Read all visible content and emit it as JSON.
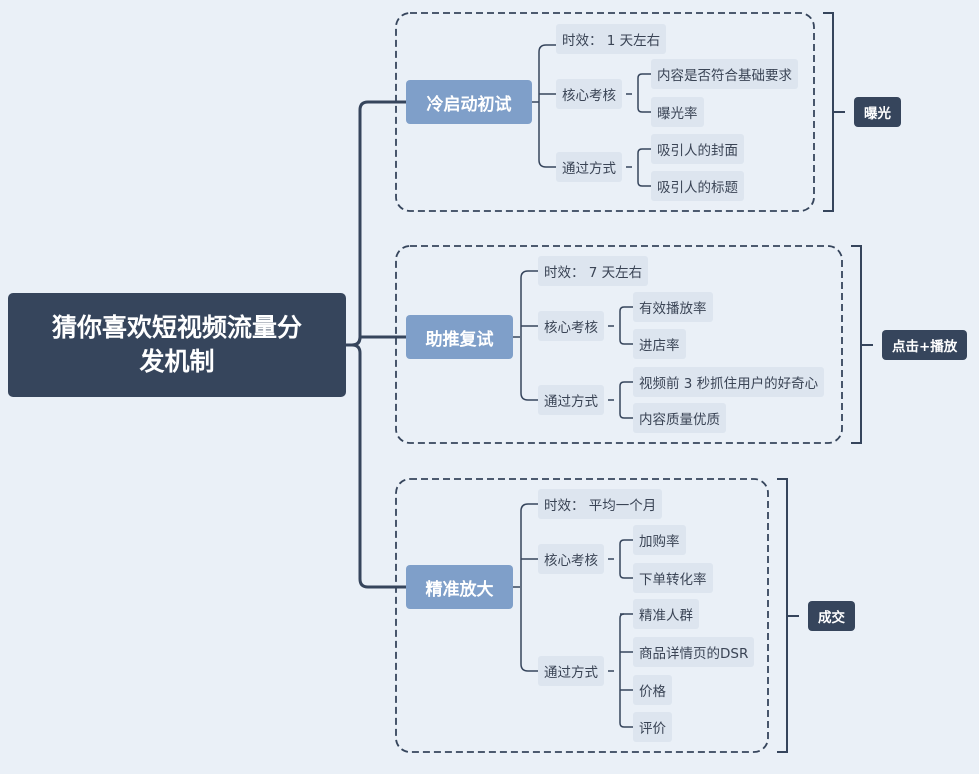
{
  "root": {
    "line1": "猜你喜欢短视频流量分",
    "line2": "发机制"
  },
  "groups": [
    {
      "title": "冷启动初试",
      "timing": "时效： 1 天左右",
      "core_label": "核心考核",
      "core_items": [
        "内容是否符合基础要求",
        "曝光率"
      ],
      "pass_label": "通过方式",
      "pass_items": [
        "吸引人的封面",
        "吸引人的标题"
      ],
      "summary": "曝光"
    },
    {
      "title": "助推复试",
      "timing": "时效： 7 天左右",
      "core_label": "核心考核",
      "core_items": [
        "有效播放率",
        "进店率"
      ],
      "pass_label": "通过方式",
      "pass_items": [
        "视频前 3 秒抓住用户的好奇心",
        "内容质量优质"
      ],
      "summary": "点击+播放"
    },
    {
      "title": "精准放大",
      "timing": "时效： 平均一个月",
      "core_label": "核心考核",
      "core_items": [
        "加购率",
        "下单转化率"
      ],
      "pass_label": "通过方式",
      "pass_items": [
        "精准人群",
        "商品详情页的DSR",
        "价格",
        "评价"
      ],
      "summary": "成交"
    }
  ],
  "colors": {
    "background": "#eaf0f7",
    "root": "#36455c",
    "branch": "#7f9fc9",
    "leaf": "#dde5ef",
    "summary": "#36455c",
    "line": "#36455c"
  }
}
